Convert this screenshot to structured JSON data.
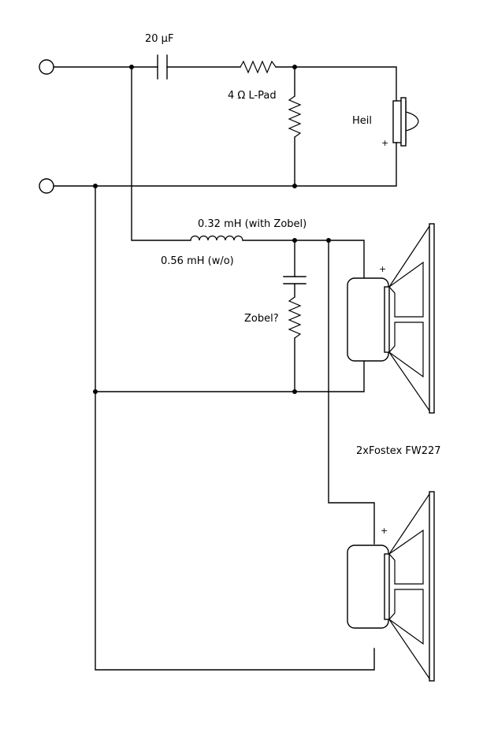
{
  "labels": {
    "cap_top": "20 μF",
    "lpad": "4 Ω L-Pad",
    "tweeter": "Heil",
    "inductor_with": "0.32 mH (with Zobel)",
    "inductor_without": "0.56 mH (w/o)",
    "zobel": "Zobel?",
    "woofers": "2xFostex FW227"
  },
  "polarity": {
    "tweeter": "+",
    "woofer_top": "+",
    "woofer_bottom": "+"
  }
}
